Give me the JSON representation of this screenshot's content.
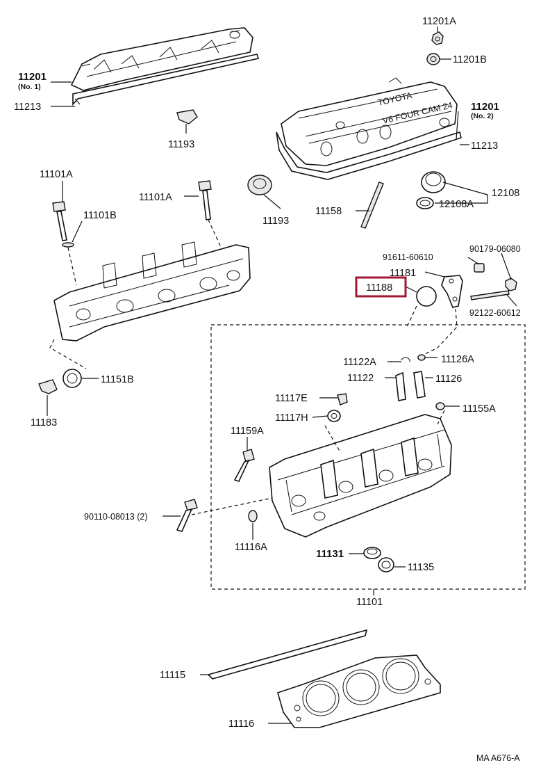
{
  "labels": {
    "p11201a": "11201A",
    "p11201b": "11201B",
    "p11201_no1": "11201",
    "p11201_no1_sub": "(No. 1)",
    "p11213_left": "11213",
    "p11193_top": "11193",
    "p11201_no2": "11201",
    "p11201_no2_sub": "(No. 2)",
    "p11213_right": "11213",
    "p11101a_left": "11101A",
    "p11101a_mid": "11101A",
    "p11101b": "11101B",
    "p11193_mid": "11193",
    "p11158": "11158",
    "p12108": "12108",
    "p12108a": "12108A",
    "p91611": "91611-60610",
    "p90179": "90179-06080",
    "p11181": "11181",
    "p11188": "11188",
    "p92122": "92122-60612",
    "p11122a": "11122A",
    "p11126a": "11126A",
    "p11122": "11122",
    "p11126": "11126",
    "p11117e": "11117E",
    "p11155a": "11155A",
    "p11117h": "11117H",
    "p11159a": "11159A",
    "p11151b": "11151B",
    "p11183": "11183",
    "p90110": "90110-08013 (2)",
    "p11116a": "11116A",
    "p11131": "11131",
    "p11135": "11135",
    "p11101": "11101",
    "p11115": "11115",
    "p11116": "11116",
    "footer_code": "MA A676-A"
  },
  "highlight_color": "#a01830"
}
